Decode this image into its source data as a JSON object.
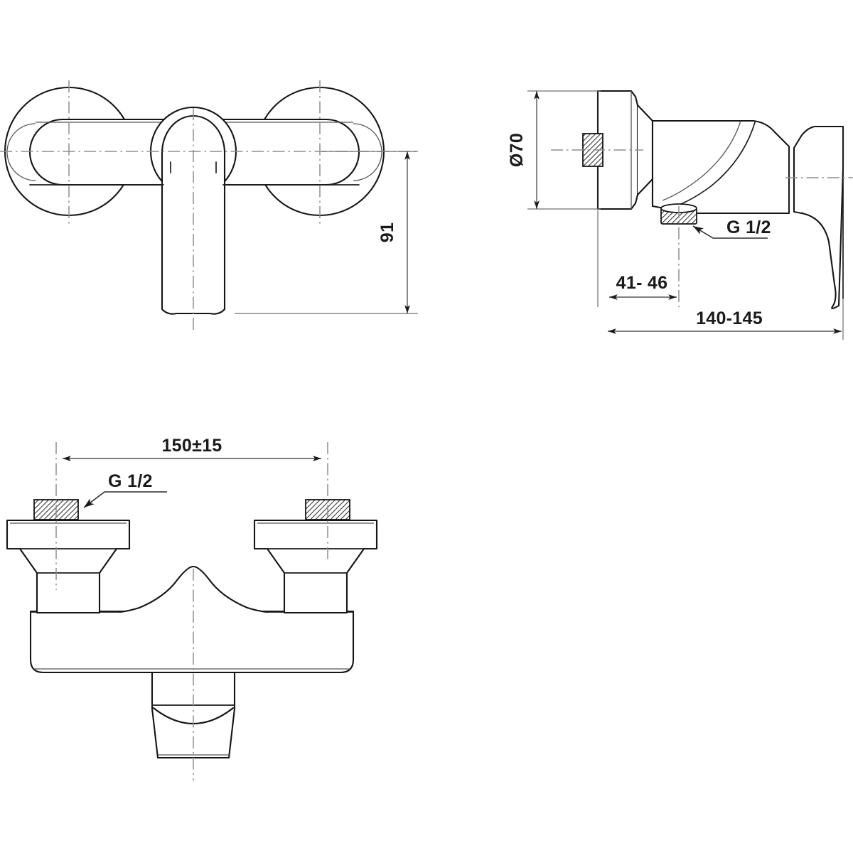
{
  "document": {
    "type": "technical-drawing",
    "subject": "Wall-mounted single-lever shower mixer tap",
    "background_color": "#ffffff",
    "line_color": "#151515",
    "centerline_color": "#8d8d8d"
  },
  "views": {
    "front": {
      "name": "front-elevation-view",
      "description": "Front view of wall mounted shower mixer with two round escutcheons and central lever"
    },
    "side": {
      "name": "side-section-view",
      "description": "Side view showing escutcheon, body and lever handle with inlet connection"
    },
    "bottom": {
      "name": "bottom-plan-view",
      "description": "Underside view showing two G 1/2 threaded inlets and central outlet"
    }
  },
  "dimensions": {
    "front_height": {
      "label": "91",
      "unit": "mm",
      "orientation": "vertical",
      "view": "front"
    },
    "side_diameter": {
      "label": "Ø70",
      "unit": "mm",
      "orientation": "vertical",
      "view": "side"
    },
    "side_wall_offset": {
      "label": "41- 46",
      "unit": "mm",
      "orientation": "horizontal",
      "view": "side"
    },
    "side_projection": {
      "label": "140-145",
      "unit": "mm",
      "orientation": "horizontal",
      "view": "side"
    },
    "bottom_centres": {
      "label": "150±15",
      "unit": "mm",
      "orientation": "horizontal",
      "view": "bottom"
    }
  },
  "callouts": {
    "side_thread": {
      "label": "G 1/2",
      "view": "side",
      "target": "inlet-thread"
    },
    "bottom_thread": {
      "label": "G 1/2",
      "view": "bottom",
      "target": "inlet-thread"
    }
  }
}
